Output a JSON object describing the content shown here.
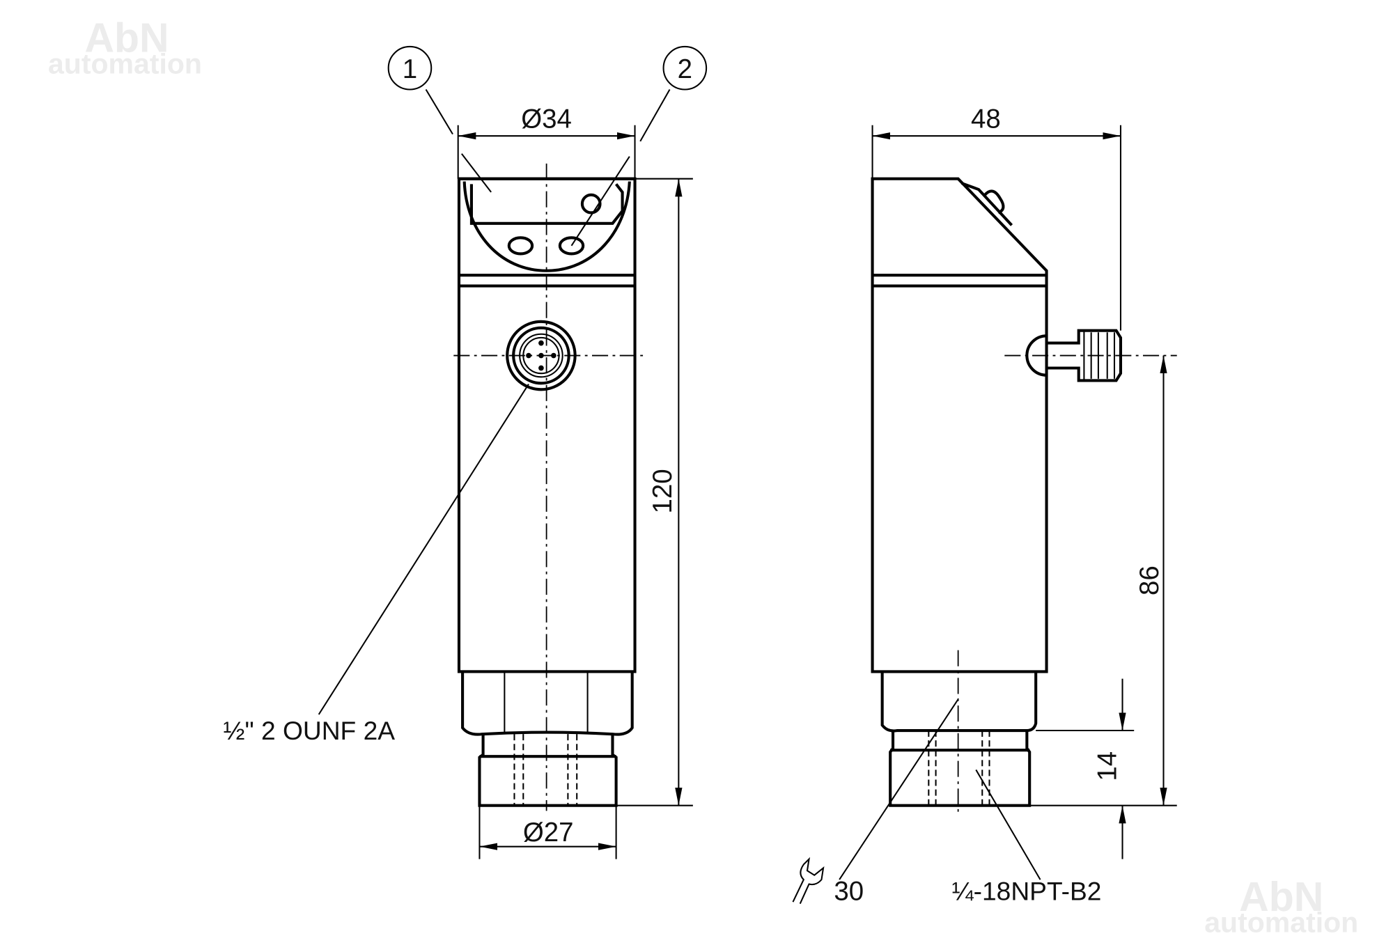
{
  "watermark": {
    "line1": "AbN",
    "line2": "automation"
  },
  "front_view": {
    "balloon_1": "1",
    "balloon_2": "2",
    "dim_top_diameter": "Ø34",
    "dim_bottom_diameter": "Ø27",
    "dim_height": "120",
    "thread_label": "½\" 2 OUNF 2A"
  },
  "side_view": {
    "dim_width": "48",
    "dim_connector_height": "86",
    "dim_thread_length": "14",
    "wrench_size": "30",
    "process_thread": "¼-18NPT-B2"
  }
}
